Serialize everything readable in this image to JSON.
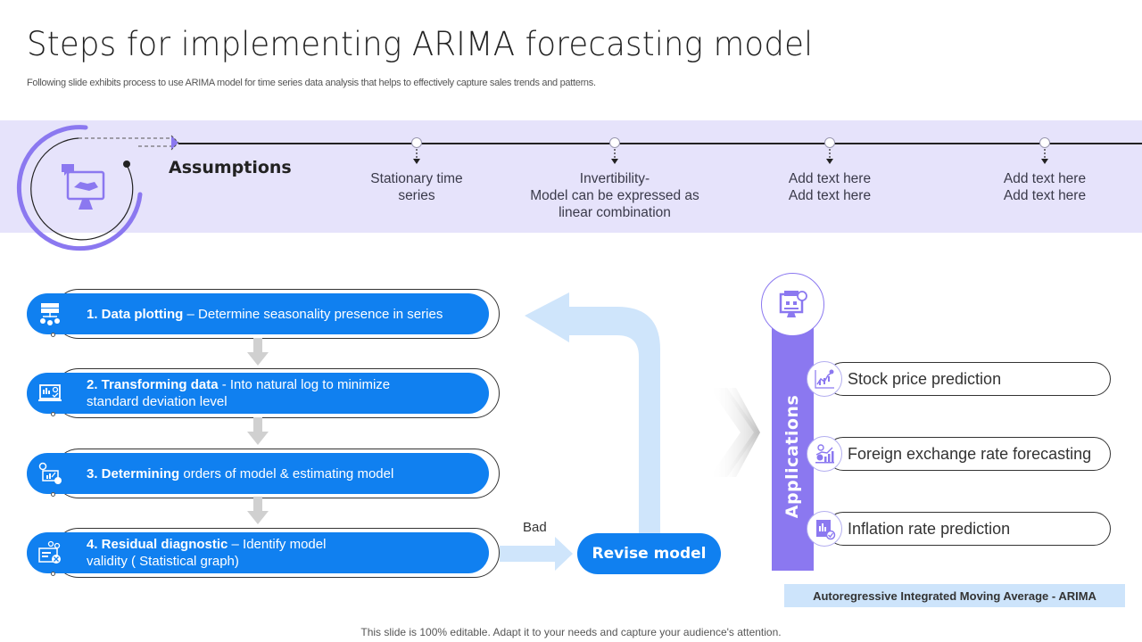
{
  "header": {
    "title": "Steps for implementing ARIMA forecasting model",
    "subtitle": "Following slide exhibits process to use ARIMA  model for time series data analysis that helps to effectively capture sales trends and patterns."
  },
  "assumptions": {
    "title": "Assumptions",
    "icon": "handshake-monitor-icon",
    "items": [
      {
        "lines": [
          "Stationary time",
          "series"
        ]
      },
      {
        "lines": [
          "Invertibility-",
          "Model can be expressed as",
          "linear combination"
        ]
      },
      {
        "lines": [
          "Add text here",
          "Add text here"
        ]
      },
      {
        "lines": [
          "Add text here",
          "Add text here"
        ]
      }
    ]
  },
  "steps": [
    {
      "bold": "1. Data plotting",
      "rest": " – Determine seasonality presence in series",
      "icon": "hierarchy-network-icon"
    },
    {
      "bold": "2. Transforming data",
      "rest": " - Into natural log to minimize standard deviation level",
      "icon": "analytics-laptop-icon"
    },
    {
      "bold": "3. Determining",
      "rest": " orders of model & estimating model",
      "icon": "gear-chart-monitor-icon"
    },
    {
      "bold": "4. Residual diagnostic",
      "rest": " – Identify  model validity ( Statistical graph)",
      "icon": "tools-report-icon"
    }
  ],
  "feedback": {
    "bad_label": "Bad",
    "revise_label": "Revise model"
  },
  "applications": {
    "title": "Applications",
    "icon": "monitor-search-icon",
    "items": [
      {
        "label": "Stock price prediction",
        "icon": "stock-chart-icon"
      },
      {
        "label": "Foreign exchange rate forecasting",
        "icon": "currency-growth-icon"
      },
      {
        "label": "Inflation rate prediction",
        "icon": "report-check-icon"
      }
    ]
  },
  "arima_label": "Autoregressive  Integrated Moving Average - ARIMA",
  "footer": "This slide is 100% editable. Adapt it to your needs and capture your audience's attention.",
  "colors": {
    "accent_blue": "#1080f0",
    "accent_purple": "#8b78f0",
    "band_bg": "#e6e3fb",
    "loop_arrow": "#cfe5fb",
    "arima_bg": "#cde4fb"
  }
}
